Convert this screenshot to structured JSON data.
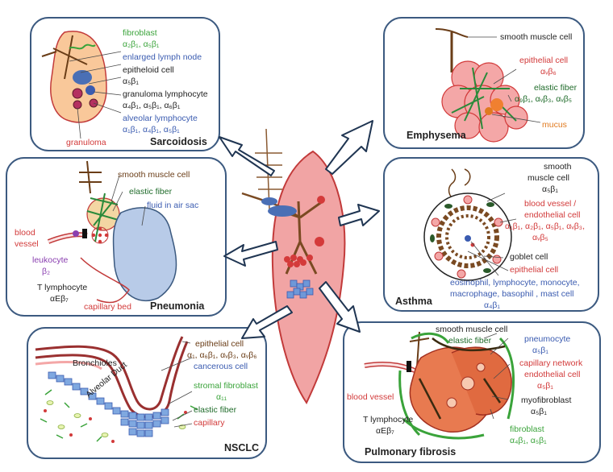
{
  "colors": {
    "panel_border": "#3c5a80",
    "arrow": "#1f3552",
    "green_text": "#3aa33a",
    "blue_text": "#3a5bb0",
    "red_text": "#d23a3a",
    "dark_green_text": "#1f6b2a",
    "brown_text": "#6a3d17",
    "orange_text": "#e07a1f",
    "purple_text": "#8a3fb0"
  },
  "sarcoidosis": {
    "title": "Sarcoidosis",
    "fibroblast": "fibroblast",
    "fibroblast_int": "α₂β₁, α₅β₁",
    "lymph_node": "enlarged lymph node",
    "epithelioid": "epitheloid cell",
    "epithelioid_int": "α₅β₁",
    "granuloma_lymph": "granuloma lymphocyte",
    "granuloma_lymph_int": "α₄β₁, α₅β₁, α₆β₁",
    "alveolar_lymph": "alveolar lymphocyte",
    "alveolar_lymph_int": "α₁β₁, α₄β₁, α₅β₁",
    "granuloma": "granuloma"
  },
  "emphysema": {
    "title": "Emphysema",
    "smooth_muscle": "smooth muscle cell",
    "epithelial": "epithelial cell",
    "epithelial_int": "αᵥβ₆",
    "elastic": "elastic fiber",
    "elastic_int": "α₉β₁, αᵥβ₃, αᵥβ₅",
    "mucus": "mucus"
  },
  "pneumonia": {
    "title": "Pneumonia",
    "smooth_muscle": "smooth muscle cell",
    "elastic": "elastic fiber",
    "fluid": "fluid in air sac",
    "blood_vessel_1": "blood",
    "blood_vessel_2": "vessel",
    "leukocyte": "leukocyte",
    "leukocyte_int": "β₂",
    "t_lymph": "T lymphocyte",
    "t_lymph_int": "αEβ₇",
    "capillary_bed": "capillary bed"
  },
  "asthma": {
    "title": "Asthma",
    "smooth_muscle_1": "smooth",
    "smooth_muscle_2": "muscle cell",
    "smooth_muscle_int": "α₅β₁",
    "blood_vessel_1": "blood vessel /",
    "blood_vessel_2": "endothelial cell",
    "blood_vessel_int_1": "α₁β₁, α₂β₁, α₅β₁, αᵥβ₃,",
    "blood_vessel_int_2": "αᵥβ₅",
    "goblet": "goblet cell",
    "epithelial": "epithelial cell",
    "immune_1": "eosinophil, lymphocyte, monocyte,",
    "immune_2": "macrophage, basophil , mast cell",
    "immune_int": "α₄β₁"
  },
  "nsclc": {
    "title": "NSCLC",
    "epithelial": "epithelial cell",
    "epithelial_int": "α₁, α₆β₁, αᵥβ₃, αᵥβ₆",
    "bronchioles": "Bronchioles",
    "alveolar_duct": "Alveolar Duct",
    "cancerous": "cancerous cell",
    "stromal": "stromal fibroblast",
    "stromal_int": "α₁₁",
    "elastic": "elastic fiber",
    "capillary": "capillary"
  },
  "fibrosis": {
    "title": "Pulmonary fibrosis",
    "smooth_muscle": "smooth muscle cell",
    "elastic": "elastic fiber",
    "pneumocyte": "pneumocyte",
    "pneumocyte_int": "α₅β₁",
    "capillary_1": "capillary network",
    "capillary_2": "endothelial cell",
    "capillary_int": "α₅β₁",
    "blood_vessel": "blood vessel",
    "myofibroblast": "myofibroblast",
    "myofibroblast_int": "α₅β₁",
    "t_lymph": "T lymphocyte",
    "t_lymph_int": "αEβ₇",
    "fibroblast": "fibroblast",
    "fibroblast_int": "α₄β₁, α₅β₁"
  }
}
